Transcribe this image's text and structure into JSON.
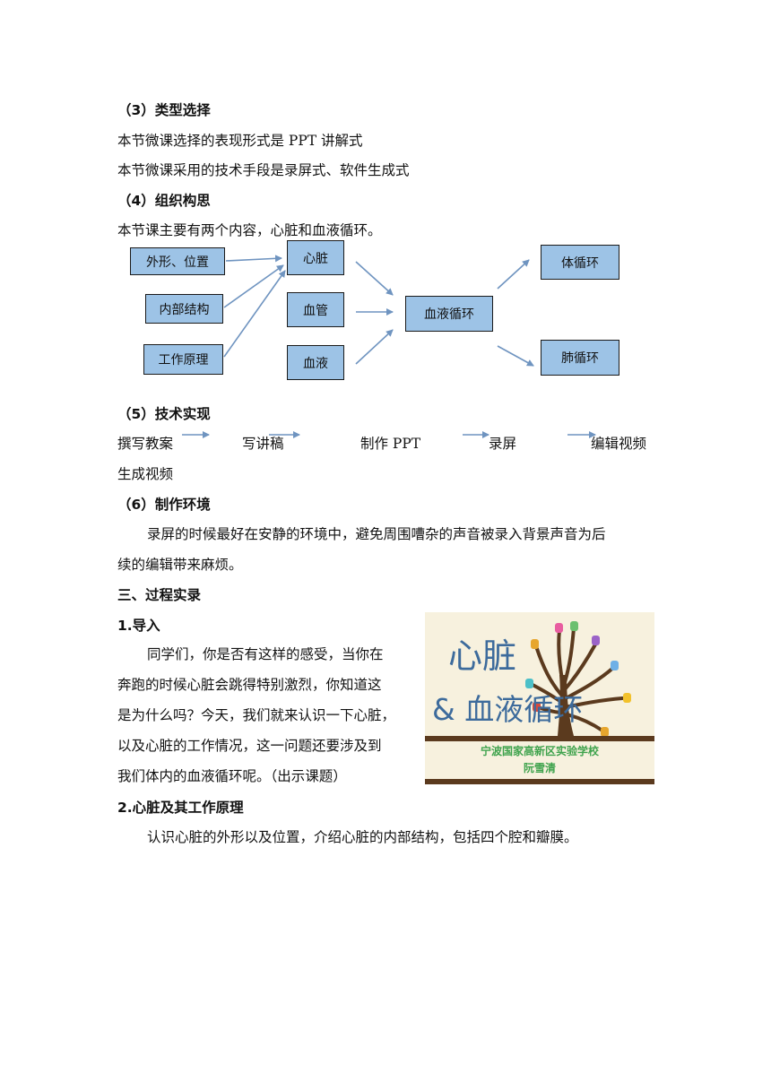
{
  "sections": {
    "s3_heading": "（3）类型选择",
    "s3_line1": "本节微课选择的表现形式是 PPT 讲解式",
    "s3_line2": "本节微课采用的技术手段是录屏式、软件生成式",
    "s4_heading": "（4）组织构思",
    "s4_line1": "本节课主要有两个内容，心脏和血液循环。",
    "s5_heading": "（5）技术实现",
    "s6_heading": "（6）制作环境",
    "s6_para_line1": "录屏的时候最好在安静的环境中，避免周围嘈杂的声音被录入背景声音为后",
    "s6_para_line2": "续的编辑带来麻烦。",
    "part3_heading": "三、过程实录",
    "p1_heading": "1.导入",
    "p1_lines": [
      "同学们，你是否有这样的感受，当你在",
      "奔跑的时候心脏会跳得特别激烈，你知道这",
      "是为什么吗？今天，我们就来认识一下心脏，",
      "以及心脏的工作情况，这一问题还要涉及到",
      "我们体内的血液循环呢。（出示课题）"
    ],
    "p2_heading": "2.心脏及其工作原理",
    "p2_line1": "认识心脏的外形以及位置，介绍心脏的内部结构，包括四个腔和瓣膜。"
  },
  "diagram": {
    "boxes": {
      "shape_position": "外形、位置",
      "internal_structure": "内部结构",
      "working_principle": "工作原理",
      "heart": "心脏",
      "vessel": "血管",
      "blood": "血液",
      "circulation": "血液循环",
      "systemic": "体循环",
      "pulmonary": "肺循环"
    },
    "fill_color": "#9dc3e6",
    "arrow_color": "#6f94c0"
  },
  "workflow": {
    "steps": [
      "撰写教案",
      "写讲稿",
      "制作 PPT",
      "录屏",
      "编辑视频"
    ],
    "last_line": "生成视频"
  },
  "thumbnail": {
    "title_line1": "心脏",
    "title_line2": "& 血液循环",
    "school": "宁波国家高新区实验学校",
    "author": "阮雪清",
    "colors": {
      "title": "#3d6b9c",
      "ampersand": "#b5481c",
      "tree": "#5b3a1e",
      "caption_bg": "#fbf6e4",
      "caption_text": "#3fa34d"
    }
  }
}
